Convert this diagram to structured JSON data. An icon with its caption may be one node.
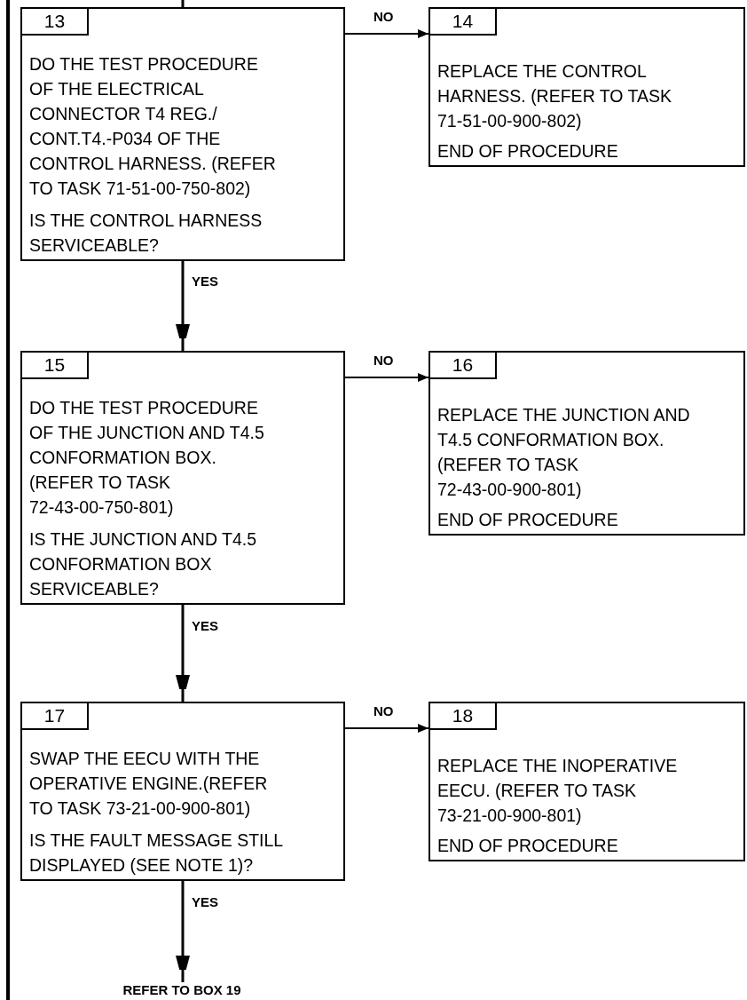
{
  "diagram": {
    "nodes": [
      {
        "text": [
          "13",
          "DO THE TEST PROCEDURE OF THE ELECTRICAL CONNECTOR T4 REG./ CONT.T4.-P034 OF THE CONTROL HARNESS. (REFER TO TASK  71-51-00-750-802)",
          "IS THE CONTROL HARNESS SERVICEABLE?"
        ]
      },
      {
        "text": [
          "14",
          "REPLACE THE CONTROL HARNESS. (REFER TO TASK  71-51-00-900-802)",
          "END OF PROCEDURE"
        ]
      },
      {
        "text": [
          "15",
          "DO THE TEST PROCEDURE OF THE JUNCTION AND T4.5 CONFORMATION BOX. (REFER TO TASK  72-43-00-750-801)",
          "IS THE JUNCTION AND T4.5 CONFORMATION BOX SERVICEABLE?"
        ]
      },
      {
        "text": [
          "16",
          "REPLACE THE JUNCTION AND T4.5 CONFORMATION BOX. (REFER TO TASK  72-43-00-900-801)",
          "END OF PROCEDURE"
        ]
      },
      {
        "text": [
          "17",
          "SWAP THE EECU WITH THE OPERATIVE ENGINE.(REFER TO TASK  73-21-00-900-801)",
          "IS THE FAULT MESSAGE STILL DISPLAYED (SEE NOTE 1)?"
        ]
      },
      {
        "text": [
          "18",
          "REPLACE THE INOPERATIVE EECU. (REFER TO TASK  73-21-00-900-801)",
          "END OF PROCEDURE"
        ]
      },
      {
        "text": [
          "REFER TO BOX 19"
        ]
      }
    ],
    "edges": [
      {
        "from": null,
        "to": 0,
        "arrow": "none"
      },
      {
        "from": 0,
        "to": 1,
        "label": "NO",
        "arrow": "to"
      },
      {
        "from": 0,
        "to": 2,
        "label": "YES",
        "arrow": "to"
      },
      {
        "from": 2,
        "to": 3,
        "label": "NO",
        "arrow": "to"
      },
      {
        "from": 2,
        "to": 4,
        "label": "YES",
        "arrow": "to"
      },
      {
        "from": 4,
        "to": 5,
        "label": "NO",
        "arrow": "to"
      },
      {
        "from": 4,
        "to": 6,
        "label": "YES",
        "arrow": "to"
      }
    ]
  }
}
